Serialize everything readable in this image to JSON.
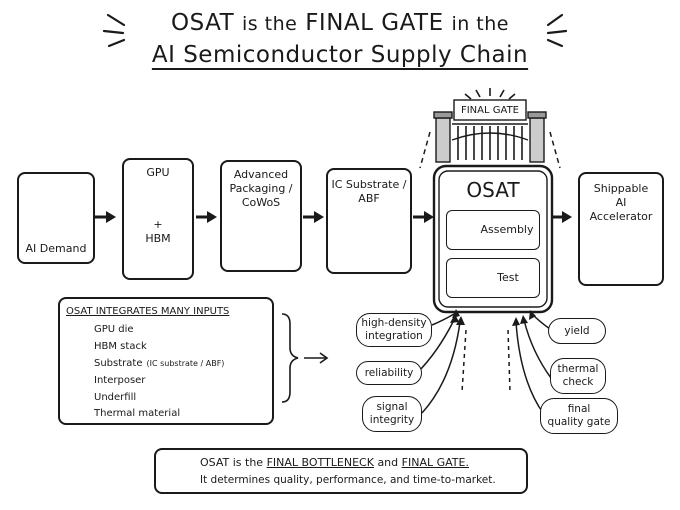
{
  "title": {
    "line1_osat": "OSAT",
    "line1_is_the": "is the",
    "line1_final_gate": "FINAL GATE",
    "line1_in_the": "in the",
    "line2": "AI Semiconductor Supply Chain"
  },
  "flow": {
    "ai_demand": "AI Demand",
    "gpu": "GPU",
    "plus": "+",
    "hbm": "HBM",
    "packaging": [
      "Advanced",
      "Packaging /",
      "CoWoS"
    ],
    "substrate": [
      "IC Substrate /",
      "ABF"
    ],
    "osat_title": "OSAT",
    "assembly": "Assembly",
    "test": "Test",
    "gate_sign": "FINAL GATE",
    "shippable": [
      "Shippable",
      "AI",
      "Accelerator"
    ]
  },
  "inputs_panel": {
    "heading": "OSAT INTEGRATES MANY INPUTS",
    "items": [
      {
        "icon": "chip-icon",
        "label": "GPU die",
        "note": ""
      },
      {
        "icon": "stack-icon",
        "label": "HBM stack",
        "note": ""
      },
      {
        "icon": "substrate-icon",
        "label": "Substrate",
        "note": "(IC substrate / ABF)"
      },
      {
        "icon": "interposer-icon",
        "label": "Interposer",
        "note": ""
      },
      {
        "icon": "drop-icon",
        "label": "Underfill",
        "note": ""
      },
      {
        "icon": "thermal-icon",
        "label": "Thermal material",
        "note": ""
      }
    ]
  },
  "factors_left": [
    {
      "lines": [
        "high-density",
        "integration"
      ]
    },
    {
      "lines": [
        "reliability"
      ]
    },
    {
      "lines": [
        "signal",
        "integrity"
      ]
    }
  ],
  "factors_right": [
    {
      "lines": [
        "yield"
      ]
    },
    {
      "lines": [
        "thermal",
        "check"
      ]
    },
    {
      "lines": [
        "final",
        "quality gate"
      ]
    }
  ],
  "footer": {
    "line1_a": "OSAT is the",
    "line1_b": "FINAL BOTTLENECK",
    "line1_c": "and",
    "line1_d": "FINAL GATE.",
    "line2": "It determines quality, performance, and time-to-market."
  }
}
